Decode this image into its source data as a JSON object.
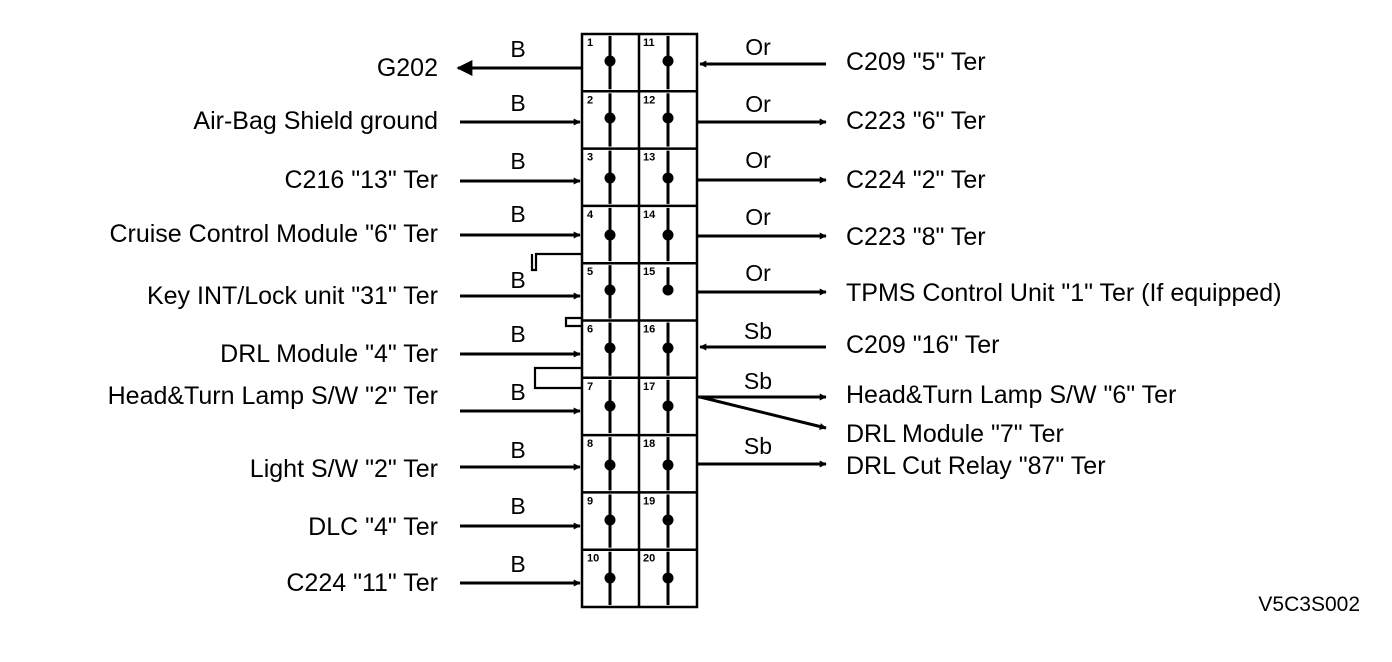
{
  "figure_code": "V5C3S002",
  "left": [
    {
      "pin": "1",
      "label": "G202",
      "wire": "B",
      "dir": "out"
    },
    {
      "pin": "2",
      "label": "Air-Bag Shield ground",
      "wire": "B",
      "dir": "in"
    },
    {
      "pin": "3",
      "label": "C216 \"13\" Ter",
      "wire": "B",
      "dir": "in"
    },
    {
      "pin": "4",
      "label": "Cruise Control Module \"6\" Ter",
      "wire": "B",
      "dir": "in"
    },
    {
      "pin": "5",
      "label": "Key INT/Lock unit \"31\" Ter",
      "wire": "B",
      "dir": "in"
    },
    {
      "pin": "6",
      "label": "DRL Module \"4\" Ter",
      "wire": "B",
      "dir": "in"
    },
    {
      "pin": "7",
      "label": "Head&Turn Lamp S/W \"2\" Ter",
      "wire": "B",
      "dir": "in"
    },
    {
      "pin": "8",
      "label": "Light S/W \"2\" Ter",
      "wire": "B",
      "dir": "in"
    },
    {
      "pin": "9",
      "label": "DLC \"4\" Ter",
      "wire": "B",
      "dir": "in"
    },
    {
      "pin": "10",
      "label": "C224 \"11\" Ter",
      "wire": "B",
      "dir": "in"
    }
  ],
  "right": [
    {
      "pin": "11",
      "label": "C209 \"5\" Ter",
      "wire": "Or",
      "dir": "in"
    },
    {
      "pin": "12",
      "label": "C223 \"6\" Ter",
      "wire": "Or",
      "dir": "out"
    },
    {
      "pin": "13",
      "label": "C224 \"2\" Ter",
      "wire": "Or",
      "dir": "out"
    },
    {
      "pin": "14",
      "label": "C223 \"8\" Ter",
      "wire": "Or",
      "dir": "out"
    },
    {
      "pin": "15",
      "label": "TPMS Control Unit \"1\" Ter (If equipped)",
      "wire": "Or",
      "dir": "out"
    },
    {
      "pin": "16",
      "label": "C209 \"16\" Ter",
      "wire": "Sb",
      "dir": "in"
    },
    {
      "pin": "17",
      "label": "Head&Turn Lamp S/W \"6\" Ter",
      "wire": "Sb",
      "dir": "out"
    },
    {
      "pin": "17",
      "label": "DRL Module \"7\" Ter",
      "wire": "",
      "dir": "out"
    },
    {
      "pin": "18",
      "label": "DRL Cut Relay \"87\" Ter",
      "wire": "Sb",
      "dir": "out"
    },
    {
      "pin": "19",
      "label": "",
      "wire": "",
      "dir": ""
    },
    {
      "pin": "20",
      "label": "",
      "wire": "",
      "dir": ""
    }
  ]
}
